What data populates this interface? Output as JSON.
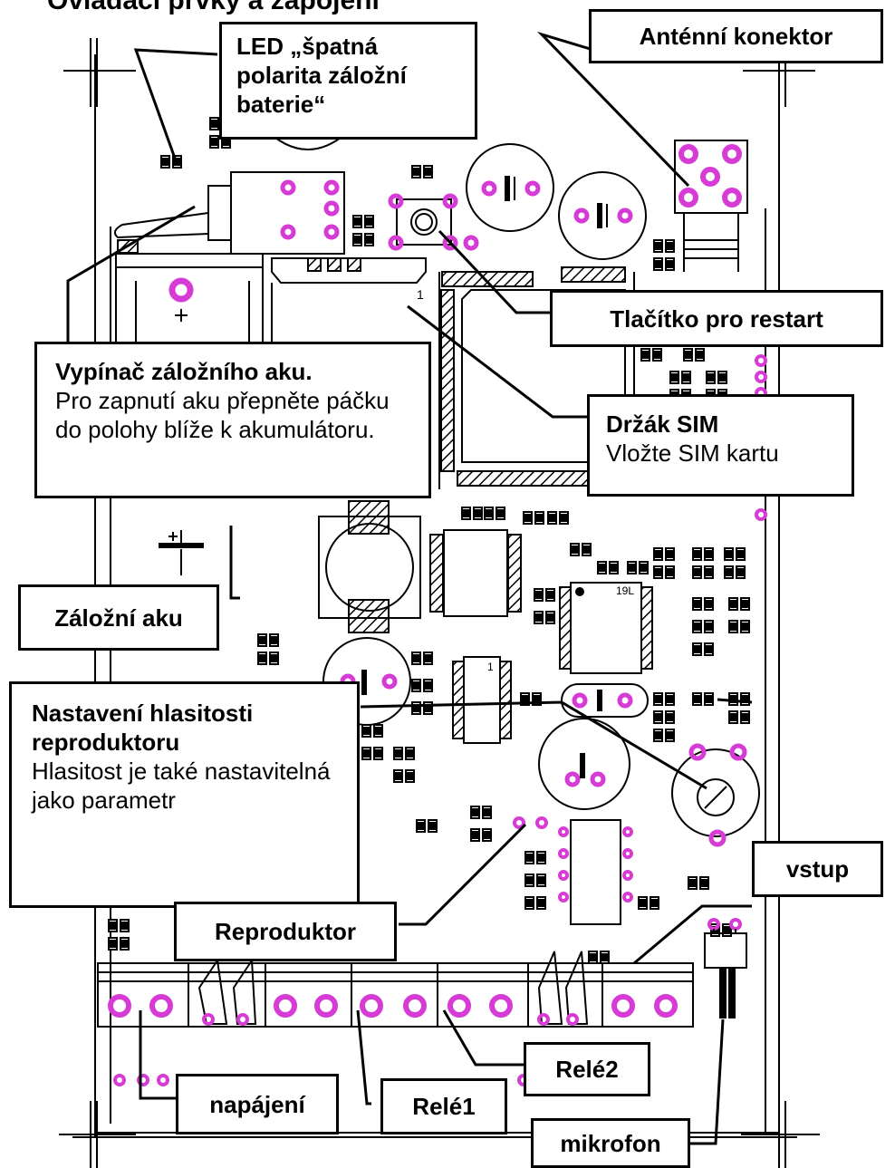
{
  "heading": "Ovládací prvky a zapojení",
  "labels": {
    "led": "LED „špatná polarita záložní baterie“",
    "antenna": "Anténní konektor",
    "restart": "Tlačítko pro restart",
    "switch_title": "Vypínač záložního aku.",
    "switch_desc": "Pro zapnutí aku přepněte páčku do polohy blíže k akumulátoru.",
    "sim_title": "Držák SIM",
    "sim_desc": "Vložte SIM kartu",
    "battery": "Záložní aku",
    "volume_title": "Nastavení hlasitosti reproduktoru",
    "volume_desc": "Hlasitost je také nastavitelná jako parametr",
    "input": "vstup",
    "speaker": "Reproduktor",
    "relay2": "Relé2",
    "power": "napájení",
    "relay1": "Relé1",
    "microphone": "mikrofon"
  },
  "board_marks": {
    "pin1": "1",
    "ic_mark": "19L",
    "ic_mark2": "1"
  },
  "colors": {
    "pad": "#d63bd6",
    "line": "#000000",
    "background": "#ffffff"
  }
}
